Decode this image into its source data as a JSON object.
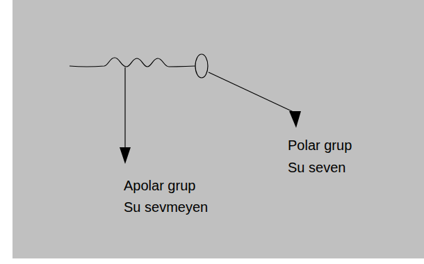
{
  "diagram": {
    "labels": [
      "Polar grup",
      "Su seven",
      "Apolar grup",
      "Su sevmeyen"
    ]
  }
}
